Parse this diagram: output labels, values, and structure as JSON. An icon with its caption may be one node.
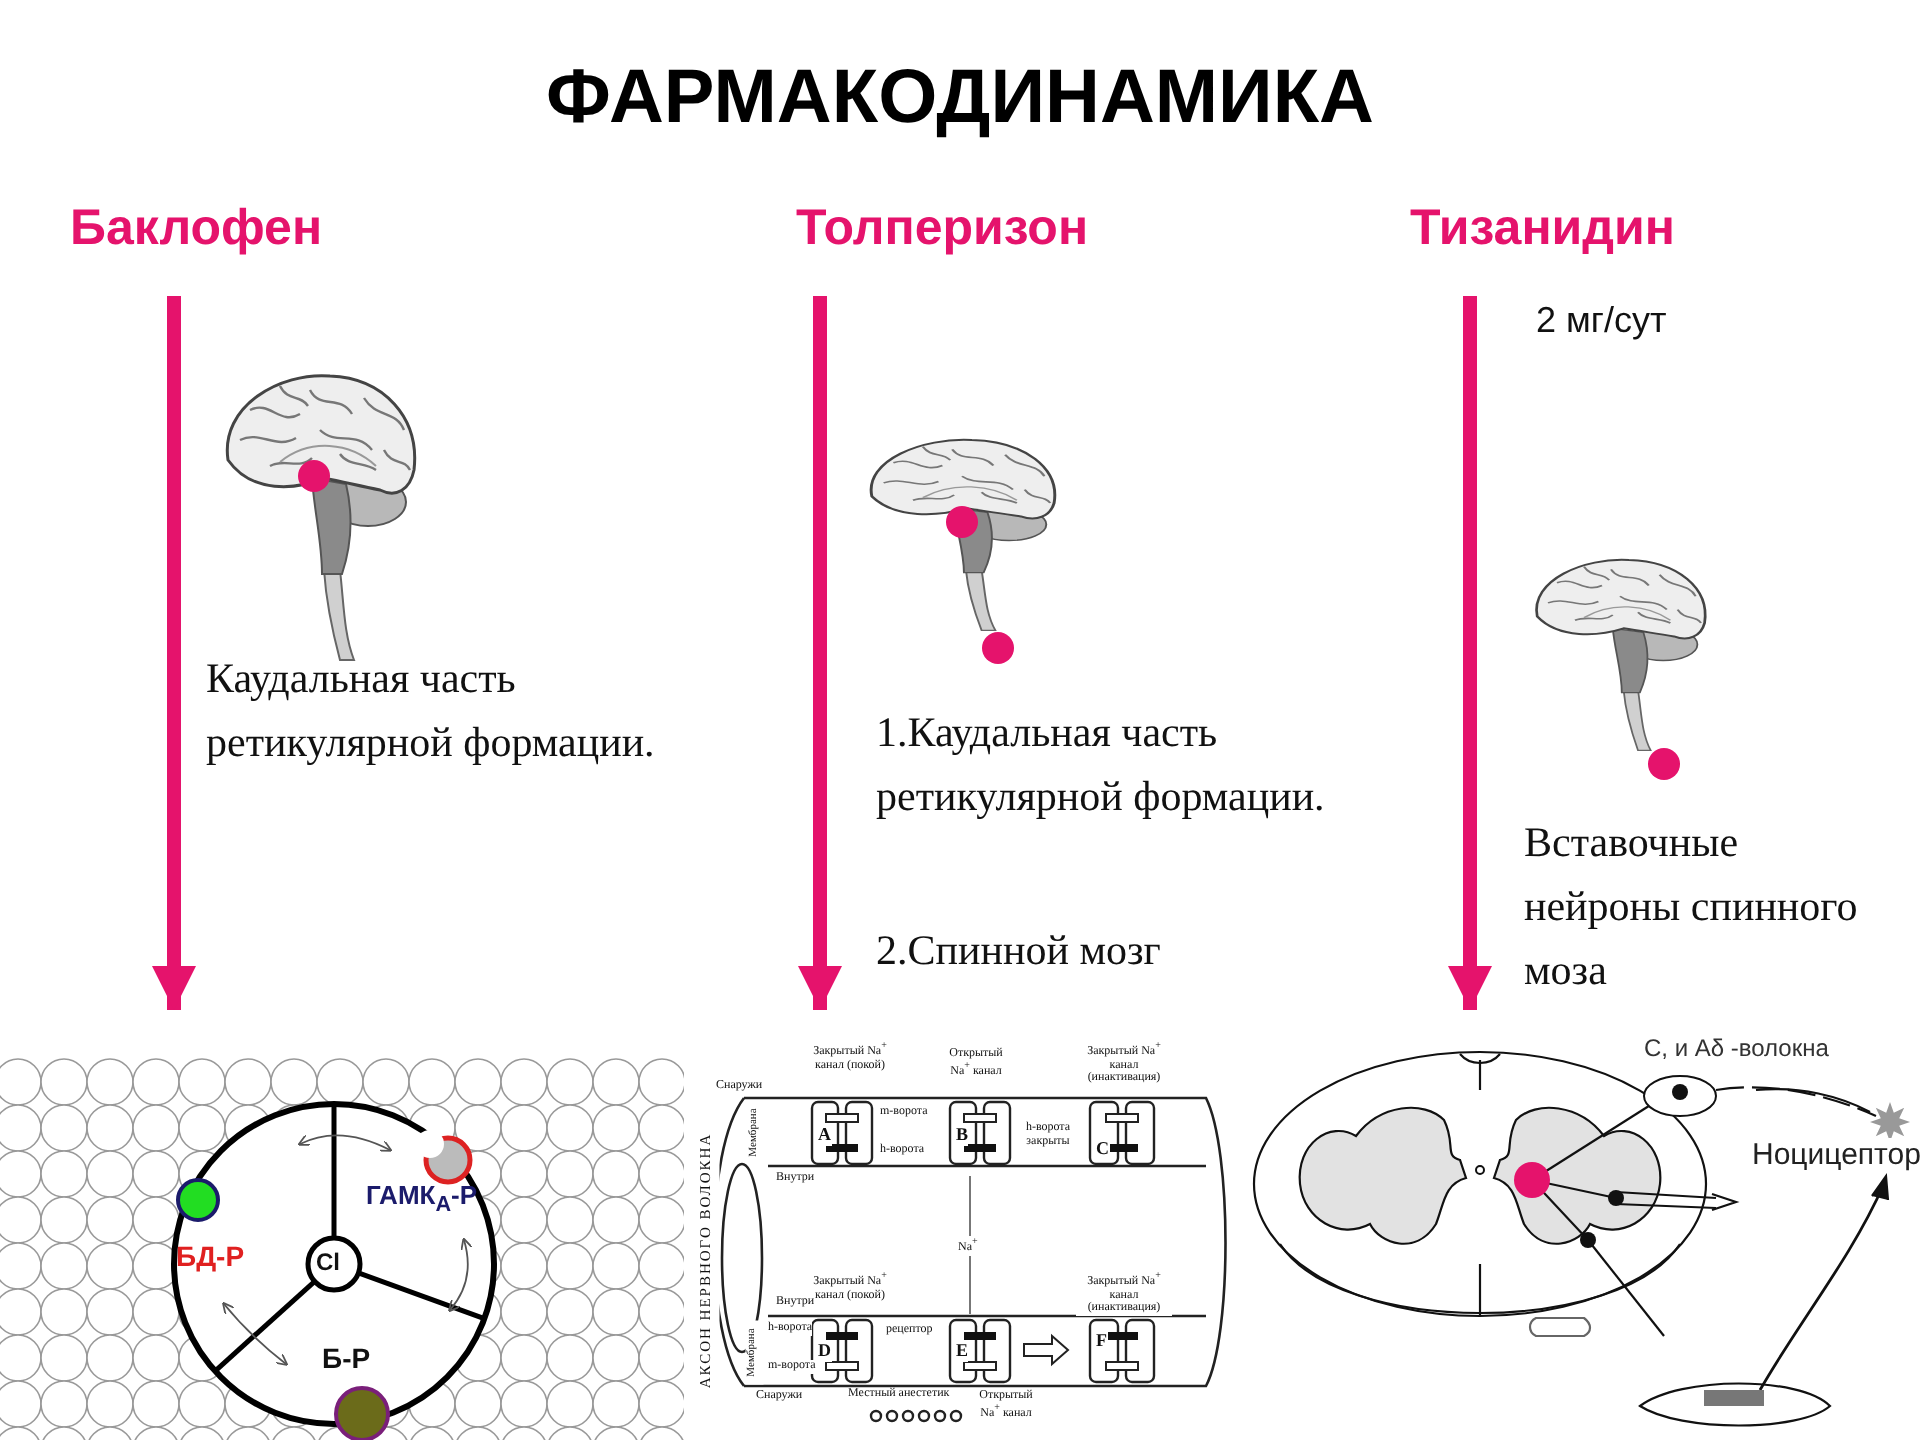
{
  "diagram": {
    "title": "ФАРМАКОДИНАМИКА",
    "nodes": [
      {
        "text": [
          "Баклофен"
        ]
      },
      {
        "text": [
          "Толперизон"
        ]
      },
      {
        "text": [
          "Тизанидин"
        ]
      },
      {
        "text": [],
        "shape": "picture"
      },
      {
        "text": [],
        "shape": "picture"
      },
      {
        "text": [],
        "shape": "picture"
      },
      {
        "text": [],
        "shape": "picture"
      },
      {
        "text": [],
        "shape": "picture"
      },
      {
        "text": [],
        "shape": "picture"
      }
    ],
    "edges": [
      {
        "from": 0,
        "to": 6,
        "arrow": "to"
      },
      {
        "from": 1,
        "to": 7,
        "arrow": "to"
      },
      {
        "from": 2,
        "to": 8,
        "arrow": "to"
      }
    ],
    "labels": [
      "2 мг/сут",
      "Каудальная часть ретикулярной формации.",
      "1.Каудальная часть ретикулярной формации.",
      "2.Спинной мозг",
      "Вставочные нейроны спинного моза",
      "ГАМК$_{А}$-Р",
      "БД-Р",
      "Cl",
      "Б-Р",
      "АКСОН НЕРВНОГО ВОЛОКНА",
      "Закрытый Na$^{+}$ канал (покой)",
      "Открытый Na$^{+}$ канал",
      "Закрытый Na$^{+}$ канал (инактивация)",
      "Снаружи",
      "Мембрана",
      "m-ворота",
      "A",
      "B",
      "h-ворота",
      "h-ворота закрыты",
      "C",
      "Внутри",
      "Na$^{+}$",
      "Закрытый Na$^{+}$ канал (покой)",
      "Закрытый Na$^{+}$ канал (инактивация)",
      "Внутри",
      "h-ворота",
      "Мембрана",
      "рецептор",
      "D",
      "E",
      "F",
      "m-ворота",
      "Снаружи",
      "Местный анестетик",
      "Открытый Na$^{+}$ канал",
      "C, и Aδ -волокна",
      "Ноцицептор"
    ]
  }
}
